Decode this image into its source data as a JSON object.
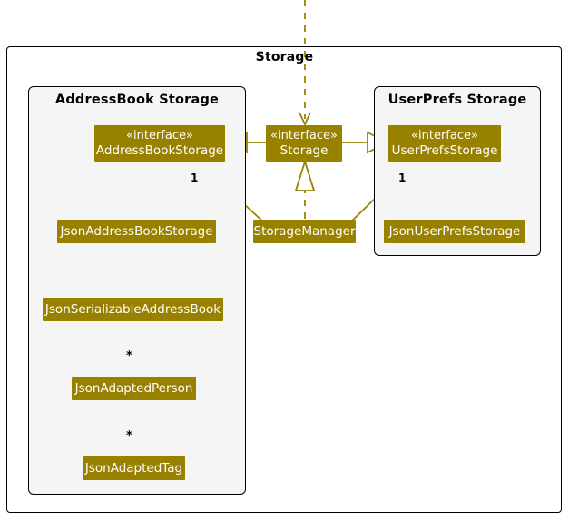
{
  "diagram": {
    "type": "uml-class-diagram",
    "colors": {
      "class_fill": "#998100",
      "class_text": "#ffffff",
      "package_fill": "#f5f5f5",
      "border": "#000000",
      "connector": "#998100"
    },
    "outer_frame": {
      "title": "Storage"
    },
    "packages": [
      {
        "id": "addressbook-storage",
        "title": "AddressBook Storage"
      },
      {
        "id": "userprefs-storage",
        "title": "UserPrefs Storage"
      }
    ],
    "classes": [
      {
        "id": "addressbookstorage",
        "stereotype": "«interface»",
        "name": "AddressBookStorage"
      },
      {
        "id": "storage",
        "stereotype": "«interface»",
        "name": "Storage"
      },
      {
        "id": "userprefsstorage",
        "stereotype": "«interface»",
        "name": "UserPrefsStorage"
      },
      {
        "id": "jsonaddressbookstorage",
        "stereotype": "",
        "name": "JsonAddressBookStorage"
      },
      {
        "id": "storagemanager",
        "stereotype": "",
        "name": "StorageManager"
      },
      {
        "id": "jsonuserprefsstorage",
        "stereotype": "",
        "name": "JsonUserPrefsStorage"
      },
      {
        "id": "jsonserializableaddressbook",
        "stereotype": "",
        "name": "JsonSerializableAddressBook"
      },
      {
        "id": "jsonadaptedperson",
        "stereotype": "",
        "name": "JsonAdaptedPerson"
      },
      {
        "id": "jsonadaptedtag",
        "stereotype": "",
        "name": "JsonAdaptedTag"
      }
    ],
    "multiplicities": [
      {
        "id": "mult-abs",
        "label": "1"
      },
      {
        "id": "mult-ups",
        "label": "1"
      },
      {
        "id": "mult-person",
        "label": "*"
      },
      {
        "id": "mult-tag",
        "label": "*"
      }
    ],
    "connectors": [
      {
        "from": "external",
        "to": "storage",
        "kind": "dependency-dashed-arrow"
      },
      {
        "from": "storage",
        "to": "addressbookstorage",
        "kind": "realization-hollow-triangle"
      },
      {
        "from": "storage",
        "to": "userprefsstorage",
        "kind": "realization-hollow-triangle"
      },
      {
        "from": "jsonaddressbookstorage",
        "to": "addressbookstorage",
        "kind": "realization-dashed-hollow-triangle"
      },
      {
        "from": "storagemanager",
        "to": "storage",
        "kind": "realization-dashed-hollow-triangle"
      },
      {
        "from": "storagemanager",
        "to": "addressbookstorage",
        "kind": "association-arrow"
      },
      {
        "from": "storagemanager",
        "to": "userprefsstorage",
        "kind": "association-arrow"
      },
      {
        "from": "jsonuserprefsstorage",
        "to": "userprefsstorage",
        "kind": "realization-dashed-hollow-triangle"
      },
      {
        "from": "jsonaddressbookstorage",
        "to": "jsonserializableaddressbook",
        "kind": "dependency-dashed-arrow"
      },
      {
        "from": "jsonserializableaddressbook",
        "to": "jsonadaptedperson",
        "kind": "association-arrow"
      },
      {
        "from": "jsonadaptedperson",
        "to": "jsonadaptedtag",
        "kind": "association-arrow"
      }
    ]
  }
}
